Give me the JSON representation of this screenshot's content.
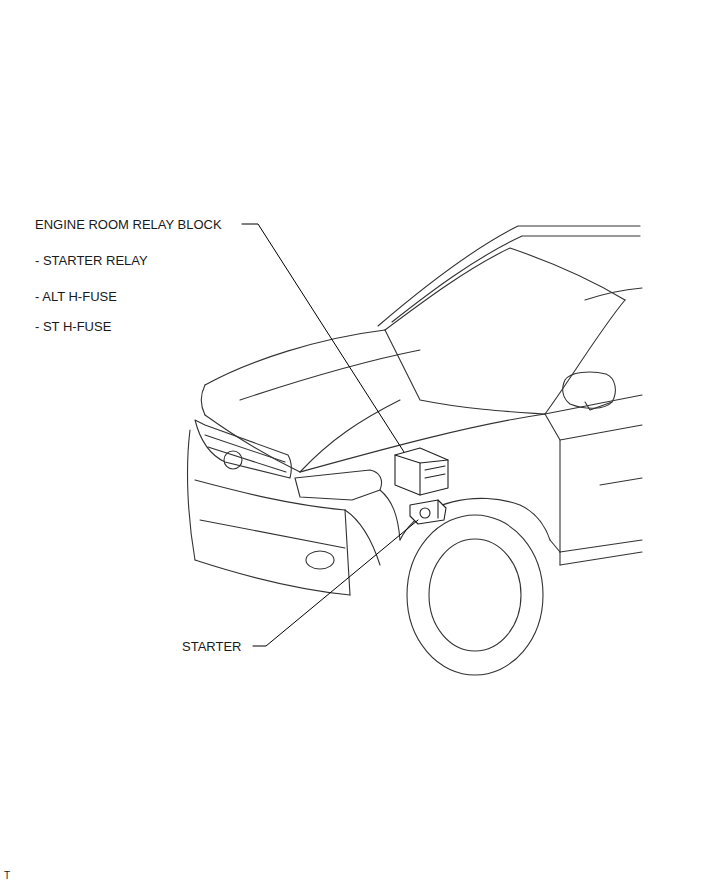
{
  "diagram": {
    "labels": [
      "ENGINE ROOM RELAY BLOCK",
      "- STARTER RELAY",
      "- ALT H-FUSE",
      "- ST H-FUSE",
      "STARTER",
      "T"
    ]
  }
}
